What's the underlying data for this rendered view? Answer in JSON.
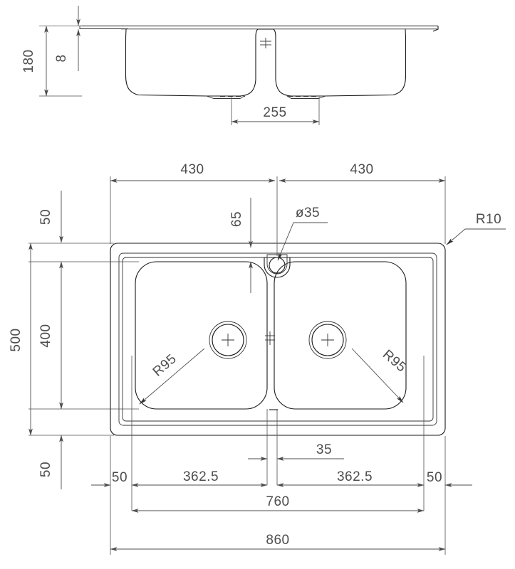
{
  "document": {
    "type": "technical-drawing",
    "subject": "double-bowl-kitchen-sink",
    "units": "mm"
  },
  "section_view": {
    "name": "front-section-view",
    "dimensions": {
      "overall_depth": "180",
      "rim_thickness": "8",
      "bowl_base_width": "255"
    }
  },
  "plan_view": {
    "name": "top-plan-view",
    "dimensions": {
      "left_half_width": "430",
      "right_half_width": "430",
      "top_margin": "50",
      "bottom_margin": "50",
      "left_margin": "50",
      "right_margin": "50",
      "overall_height": "500",
      "bowl_height": "400",
      "faucet_hole_offset": "65",
      "faucet_hole_diameter": "ø35",
      "outer_corner_radius": "R10",
      "bowl_corner_radius_left": "R95",
      "bowl_corner_radius_right": "R95",
      "left_bowl_width": "362.5",
      "right_bowl_width": "362.5",
      "divider_width": "35",
      "cutout_width": "760",
      "overall_width": "860"
    }
  },
  "labels": {
    "d180": "180",
    "d8": "8",
    "d255": "255",
    "d430_left": "430",
    "d430_right": "430",
    "d50_top": "50",
    "d50_bottom": "50",
    "d50_left": "50",
    "d50_right": "50",
    "d500": "500",
    "d400": "400",
    "d65": "65",
    "dia35": "ø35",
    "r10": "R10",
    "r95_left": "R95",
    "r95_right": "R95",
    "d362_left": "362.5",
    "d362_right": "362.5",
    "d35": "35",
    "d760": "760",
    "d860": "860"
  },
  "colors": {
    "object_stroke": "#1a1a1a",
    "dimension_stroke": "#4d4d4d",
    "text": "#4d4d4d",
    "background": "#ffffff"
  }
}
